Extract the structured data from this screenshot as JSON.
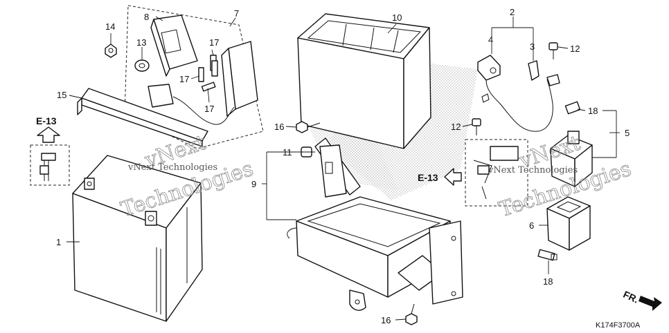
{
  "callouts": {
    "c1": "1",
    "c2": "2",
    "c3": "3",
    "c4": "4",
    "c5": "5",
    "c6": "6",
    "c7": "7",
    "c8": "8",
    "c9": "9",
    "c10": "10",
    "c11": "11",
    "c12a": "12",
    "c12b": "12",
    "c13": "13",
    "c14": "14",
    "c15": "15",
    "c16a": "16",
    "c16b": "16",
    "c17a": "17",
    "c17b": "17",
    "c17c": "17",
    "c18a": "18",
    "c18b": "18"
  },
  "references": {
    "left": "E-13",
    "right": "E-13"
  },
  "direction_label": "FR.",
  "diagram_code": "K174F3700A",
  "watermarks": {
    "brand_large": "vNext",
    "brand_tech": "Technologies",
    "small_line": "vNext Technologies"
  }
}
